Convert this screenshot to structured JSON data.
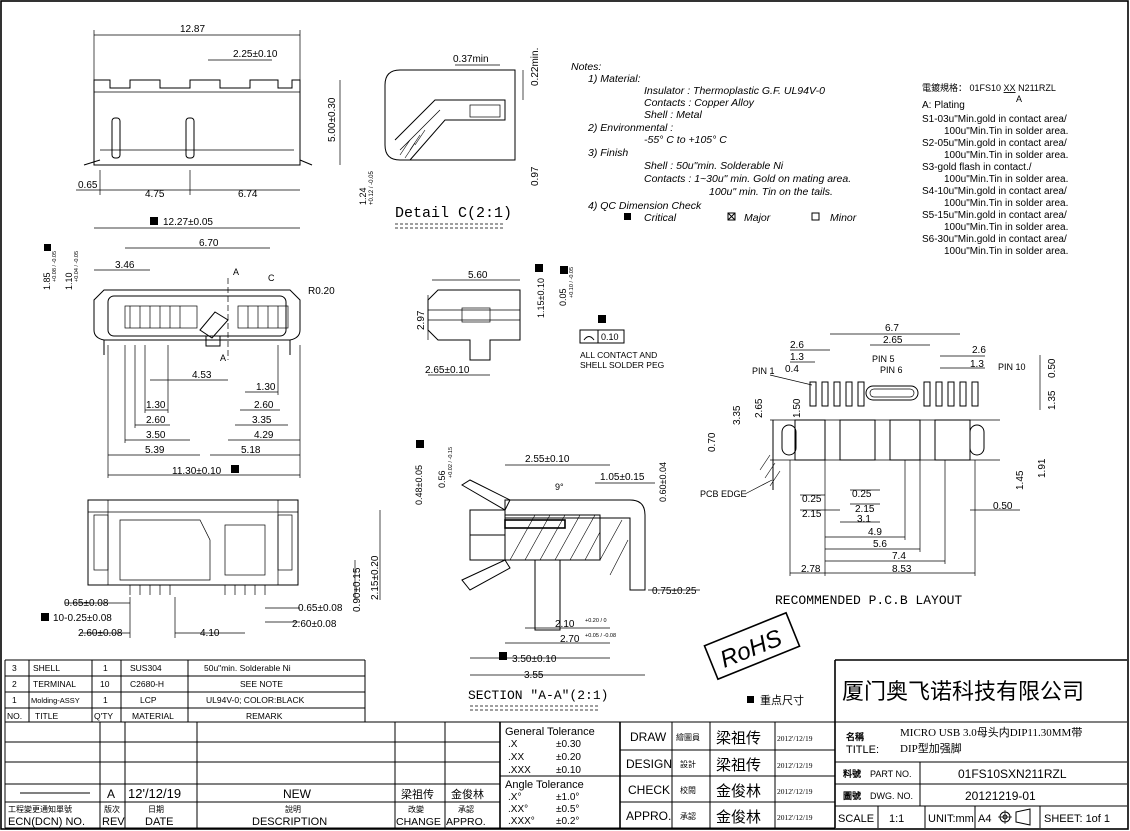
{
  "top_view": {
    "d_1287": "12.87",
    "d_225": "2.25±0.10",
    "d_500": "5.00±0.30",
    "d_065": "0.65",
    "d_475": "4.75",
    "d_674": "6.74"
  },
  "detail_c": {
    "d_037": "0.37min",
    "d_022": "0.22min.",
    "d_124": "1.24",
    "d_124_tol": "+0.12 / -0.05",
    "d_097": "0.97",
    "label": "Detail C(2:1)"
  },
  "notes": {
    "header": "Notes:",
    "lines": [
      "1)  Material:",
      "Insulator : Thermoplastic G.F. UL94V-0",
      "Contacts : Copper Alloy",
      "Shell : Metal",
      "2)  Environmental :",
      "-55° C  to  +105° C",
      "3)  Finish",
      "Shell : 50u\"min. Solderable Ni",
      "Contacts : 1~30u\" min. Gold on mating area.",
      "100u\" min. Tin on the tails.",
      "4)  QC Dimension Check",
      "Critical",
      "Major",
      "Minor"
    ]
  },
  "plating": {
    "header": "電鍍規格：  01FS10",
    "code_xx": "XX",
    "code_a": "A",
    "suffix": "N211RZL",
    "title": "A: Plating",
    "lines": [
      "S1-03u\"Min.gold in contact area/",
      "100u\"Min.Tin in solder area.",
      "S2-05u\"Min.gold in contact area/",
      "100u\"Min.Tin in solder area.",
      "S3-gold flash in contact./",
      "100u\"Min.Tin in solder area.",
      "S4-10u\"Min.gold in contact area/",
      "100u\"Min.Tin in solder area.",
      "S5-15u\"Min.gold in contact area/",
      "100u\"Min.Tin in solder area.",
      "S6-30u\"Min.gold in contact area/",
      "100u\"Min.Tin in solder area."
    ]
  },
  "front_view": {
    "d_1227": "12.27±0.05",
    "d_670": "6.70",
    "d_346": "3.46",
    "d_185": "1.85",
    "d_185_tol": "+0.08 / -0.05",
    "d_110": "1.10",
    "d_110_tol": "+0.04 / -0.05",
    "label_a": "A",
    "label_c": "C",
    "r020": "R0.20",
    "d_453": "4.53",
    "d_130a": "1.30",
    "d_130b": "1.30",
    "d_260a": "2.60",
    "d_260b": "2.60",
    "d_350": "3.50",
    "d_335": "3.35",
    "d_429": "4.29",
    "d_539": "5.39",
    "d_518": "5.18",
    "d_1130": "11.30±0.10"
  },
  "side_view": {
    "d_560": "5.60",
    "d_297": "2.97",
    "d_115": "1.15±0.10",
    "d_005": "0.05",
    "d_005_tol": "+0.10 / -0.05",
    "flat": "0.10",
    "peg_note_1": "ALL CONTACT AND",
    "peg_note_2": "SHELL SOLDER PEG",
    "d_265": "2.65±0.10"
  },
  "bottom_view": {
    "d_215": "2.15±0.20",
    "d_090": "0.90±0.15",
    "d_065a": "0.65±0.08",
    "d_065b": "0.65±0.08",
    "d_10": "10-0.25±0.08",
    "d_260a": "2.60±0.08",
    "d_260b": "2.60±0.08",
    "d_410": "4.10"
  },
  "section": {
    "d_048": "0.48±0.05",
    "d_056": "0.56",
    "d_056_tol": "+0.02 / -0.15",
    "d_255": "2.55±0.10",
    "d_105": "1.05±0.15",
    "d_060": "0.60±0.04",
    "angle": "9°",
    "d_075": "0.75±0.25",
    "d_210": "2.10",
    "d_210_tol": "+0.20 / 0",
    "d_270": "2.70",
    "d_270_tol": "+0.05 / -0.08",
    "d_350": "3.50±0.10",
    "d_355": "3.55",
    "label": "SECTION  \"A-A\"(2:1)"
  },
  "pcb": {
    "d_67": "6.7",
    "d_265": "2.65",
    "d_26a": "2.6",
    "d_26b": "2.6",
    "d_13a": "1.3",
    "d_13b": "1.3",
    "d_04": "0.4",
    "pin1": "PIN 1",
    "pin5": "PIN 5",
    "pin6": "PIN 6",
    "pin10": "PIN 10",
    "d_050": "0.50",
    "d_135": "1.35",
    "d_335": "3.35",
    "d_265v": "2.65",
    "d_150": "1.50",
    "d_070": "0.70",
    "d_191": "1.91",
    "d_145": "1.45",
    "d_025a": "0.25",
    "d_025b": "0.25",
    "d_215a": "2.15",
    "d_215b": "2.15",
    "d_31": "3.1",
    "d_050b": "0.50",
    "d_49": "4.9",
    "d_56": "5.6",
    "d_74": "7.4",
    "d_278": "2.78",
    "d_853": "8.53",
    "edge": "PCB EDGE",
    "title": "RECOMMENDED P.C.B LAYOUT"
  },
  "rohs": "RoHS",
  "key_dims": "重点尺寸",
  "bom": {
    "headers": [
      "NO.",
      "TITLE",
      "Q'TY",
      "MATERIAL",
      "REMARK"
    ],
    "rows": [
      [
        "3",
        "SHELL",
        "1",
        "SUS304",
        "50u\"min. Solderable Ni"
      ],
      [
        "2",
        "TERMINAL",
        "10",
        "C2680-H",
        "SEE  NOTE"
      ],
      [
        "1",
        "Molding-ASSY",
        "1",
        "LCP",
        "UL94V-0;  COLOR:BLACK"
      ]
    ]
  },
  "revision": {
    "rev": "A",
    "date": "12'/12/19",
    "desc": "NEW",
    "change": "梁祖传",
    "approve": "金俊林",
    "header_cn": [
      "工程變更通知單號",
      "版次",
      "日期",
      "說明",
      "改變",
      "承認"
    ],
    "header_en": [
      "ECN(DCN) NO.",
      "REV",
      "DATE",
      "DESCRIPTION",
      "CHANGE",
      "APPRO."
    ]
  },
  "tolerance": {
    "general_title": "General  Tolerance",
    "general": [
      [
        ".X",
        "±0.30"
      ],
      [
        ".XX",
        "±0.20"
      ],
      [
        ".XXX",
        "±0.10"
      ]
    ],
    "angle_title": "Angle  Tolerance",
    "angle": [
      [
        ".X°",
        "±1.0°"
      ],
      [
        ".XX°",
        "±0.5°"
      ],
      [
        ".XXX°",
        "±0.2°"
      ]
    ]
  },
  "signoff": {
    "rows": [
      [
        "DRAW",
        "繪圖員",
        "梁祖传",
        "2012'/12/19"
      ],
      [
        "DESIGN",
        "設計",
        "梁祖传",
        "2012'/12/19"
      ],
      [
        "CHECK",
        "校閱",
        "金俊林",
        "2012'/12/19"
      ],
      [
        "APPRO.",
        "承認",
        "金俊林",
        "2012'/12/19"
      ]
    ]
  },
  "titleblock": {
    "company": "厦门奥飞诺科技有限公司",
    "name_cn": "名稱",
    "name_en": "TITLE:",
    "title_1": "MICRO USB 3.0母头内DIP11.30MM带",
    "title_2": "DIP型加强脚",
    "part_cn": "料號",
    "part_en": "PART  NO.",
    "part_no": "01FS10SXN211RZL",
    "dwg_cn": "圖號",
    "dwg_en": "DWG.  NO.",
    "dwg_no": "20121219-01",
    "scale_label": "SCALE",
    "scale": "1:1",
    "unit": "UNIT:mm",
    "size": "A4",
    "sheet": "SHEET:  1of 1"
  }
}
